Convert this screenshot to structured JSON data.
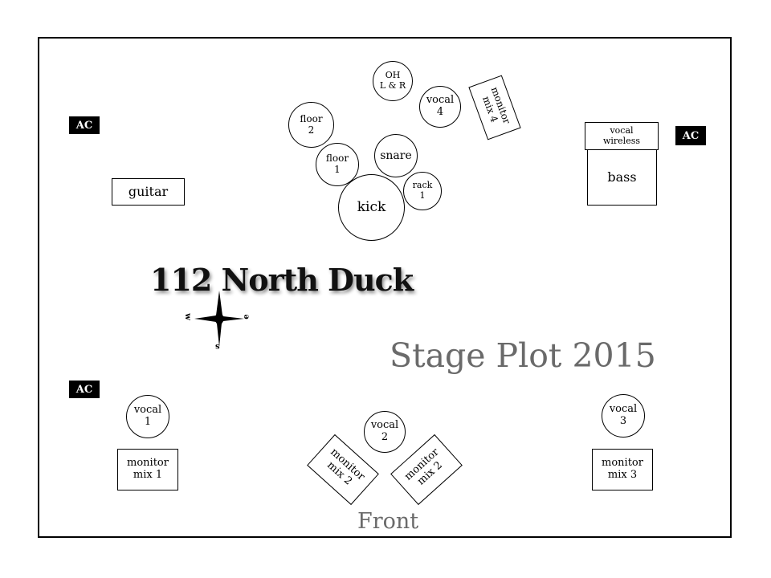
{
  "band_name": "112 North Duck",
  "plot_title": "Stage Plot 2015",
  "front_label": "Front",
  "ac_label": "AC",
  "compass": {
    "w": "w",
    "e": "e",
    "s": "s"
  },
  "drums": {
    "oh": "OH\nL & R",
    "vocal4": "vocal\n4",
    "floor2": "floor\n2",
    "floor1": "floor\n1",
    "snare": "snare",
    "kick": "kick",
    "rack1": "rack\n1"
  },
  "monitor_mix4": "monitor\nmix 4",
  "vocal_wireless": "vocal\nwireless",
  "bass": "bass",
  "guitar": "guitar",
  "vocal1": "vocal\n1",
  "vocal2": "vocal\n2",
  "vocal3": "vocal\n3",
  "monitor_mix1": "monitor\nmix 1",
  "monitor_mix2a": "monitor\nmix 2",
  "monitor_mix2b": "monitor\nmix 2",
  "monitor_mix3": "monitor\nmix 3"
}
